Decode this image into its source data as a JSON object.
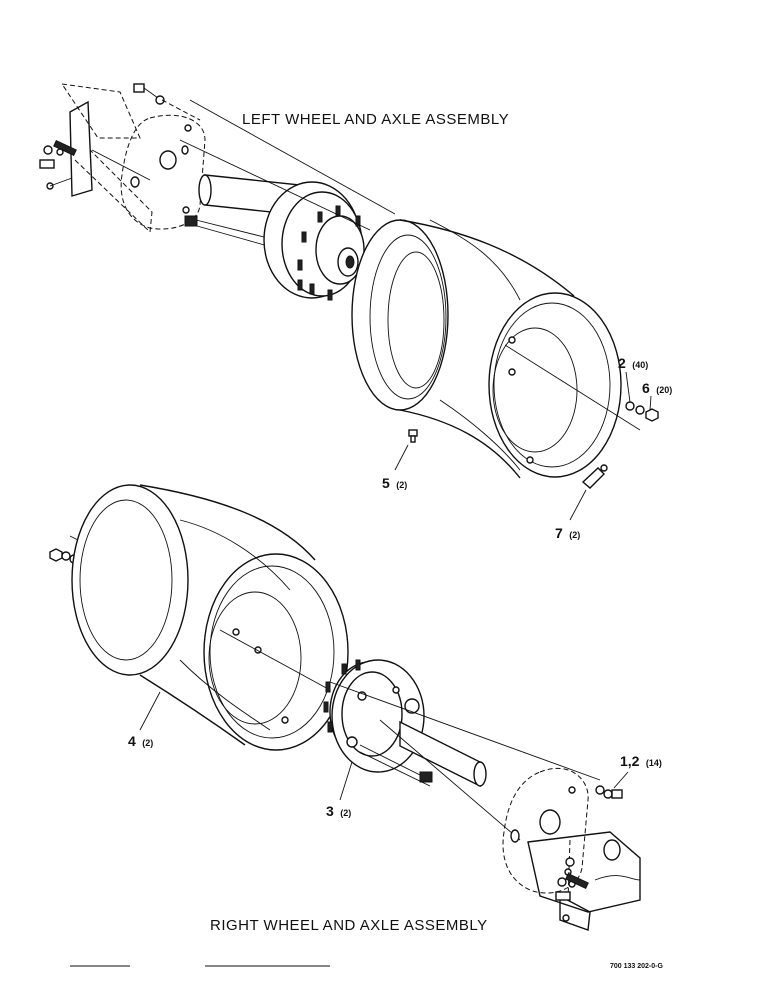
{
  "titles": {
    "left_assembly": "LEFT WHEEL AND AXLE ASSEMBLY",
    "right_assembly": "RIGHT WHEEL AND AXLE ASSEMBLY"
  },
  "callouts": [
    {
      "id": "c1",
      "number": "2",
      "qty": "(40)"
    },
    {
      "id": "c2",
      "number": "6",
      "qty": "(20)"
    },
    {
      "id": "c3",
      "number": "5",
      "qty": "(2)"
    },
    {
      "id": "c4",
      "number": "7",
      "qty": "(2)"
    },
    {
      "id": "c5",
      "number": "4",
      "qty": "(2)"
    },
    {
      "id": "c6",
      "number": "3",
      "qty": "(2)"
    },
    {
      "id": "c7",
      "number": "1,2",
      "qty": "(14)"
    }
  ],
  "drawing_ref": "700 133 202-0-G"
}
